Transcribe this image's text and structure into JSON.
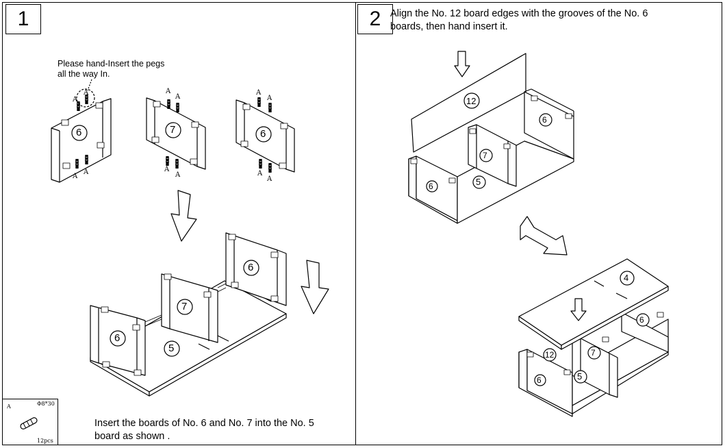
{
  "step1": {
    "number": "1",
    "note": "Please hand-Insert the pegs all the way In.",
    "caption_line1": "Insert the boards of No. 6 and No. 7 into the No. 5",
    "caption_line2": "board as shown .",
    "hardware": {
      "letter": "A",
      "size": "Φ8*30",
      "qty": "12pcs"
    },
    "peg_label": "A",
    "panels": [
      "6",
      "7",
      "6"
    ],
    "assembly": [
      "6",
      "7",
      "6",
      "5"
    ]
  },
  "step2": {
    "number": "2",
    "text_line1": "Align the No. 12 board edges with the grooves of the No. 6",
    "text_line2": "boards, then hand insert it.",
    "upper": {
      "back": "12",
      "left": "6",
      "middle_top": "7",
      "right": "6",
      "middle_bottom": "5"
    },
    "lower": {
      "top": "4",
      "back": "12",
      "middle": "7",
      "right": "6",
      "left": "6",
      "bottom": "5"
    }
  }
}
